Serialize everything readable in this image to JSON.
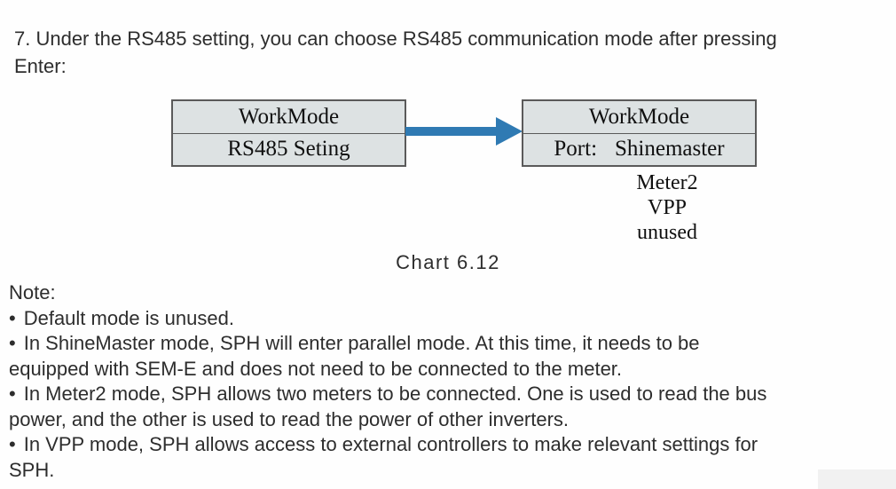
{
  "intro": {
    "lines": [
      "7. Under the RS485 setting, you can choose RS485 communication mode after pressing",
      "Enter:"
    ]
  },
  "diagram": {
    "left_box": {
      "title": "WorkMode",
      "item": "RS485 Seting"
    },
    "right_box": {
      "title": "WorkMode",
      "port_label": "Port:",
      "port_value": "Shinemaster",
      "options": [
        "Meter2",
        "VPP",
        "unused"
      ]
    },
    "caption": "Chart 6.12",
    "arrow_color": "#2f7ab3",
    "box_fill": "#dde2e3",
    "box_border_color": "#5a5a5a"
  },
  "notes": {
    "heading": "Note:",
    "bullet": "•",
    "items": [
      {
        "lines": [
          "Default mode is unused."
        ]
      },
      {
        "lines": [
          "In ShineMaster mode, SPH will enter parallel mode. At this time, it needs to be",
          "equipped with SEM-E and does not need to be connected to the meter."
        ]
      },
      {
        "lines": [
          "In Meter2 mode, SPH allows two meters to be connected. One is used to read the bus",
          "power, and the other is used to read the power of other inverters."
        ]
      },
      {
        "lines": [
          "In VPP mode, SPH allows access to external controllers to make relevant settings for",
          "SPH."
        ]
      }
    ]
  }
}
